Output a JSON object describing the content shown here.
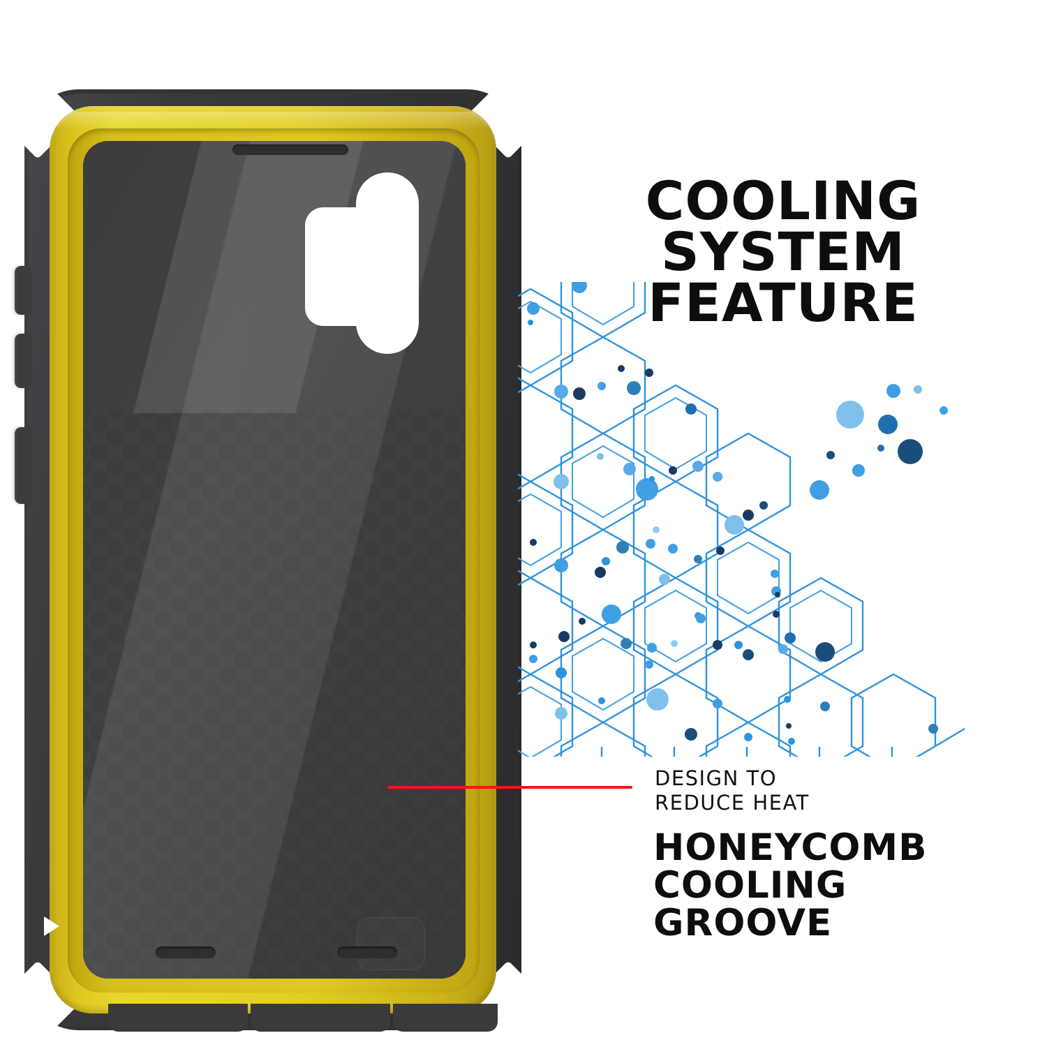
{
  "product": {
    "type": "rugged-phone-case",
    "colors": {
      "bezel_yellow": "#e3cf24",
      "shell_black": "#3a3a3c",
      "backplate_gray": "#3f3f41",
      "cutout_white": "#ffffff",
      "pointer_red": "#f01818",
      "hex_blue": "#2e93dd",
      "hex_blue_light": "#7fc0ec",
      "hex_blue_dark": "#1a4e7a"
    },
    "parts": {
      "earpiece": "earpiece-slot",
      "camera_cutout": "camera-cutout",
      "side_buttons": [
        "volume-up-button",
        "volume-down-button",
        "power-button"
      ],
      "speaker_slots": [
        "speaker-slot-left",
        "speaker-slot-right"
      ],
      "marker": "play-triangle-marker"
    }
  },
  "headline": {
    "line1": "COOLING SYSTEM",
    "line2": "FEATURE"
  },
  "annotation": {
    "note_line1": "DESIGN TO",
    "note_line2": "REDUCE HEAT",
    "pointer": "red-pointer-line"
  },
  "callout": {
    "line1": "HONEYCOMB",
    "line2": "COOLING",
    "line3": "GROOVE"
  },
  "graphic": {
    "name": "hexagon-network-diagram",
    "description": "blue honeycomb lattice dissolving into scattered dots"
  }
}
